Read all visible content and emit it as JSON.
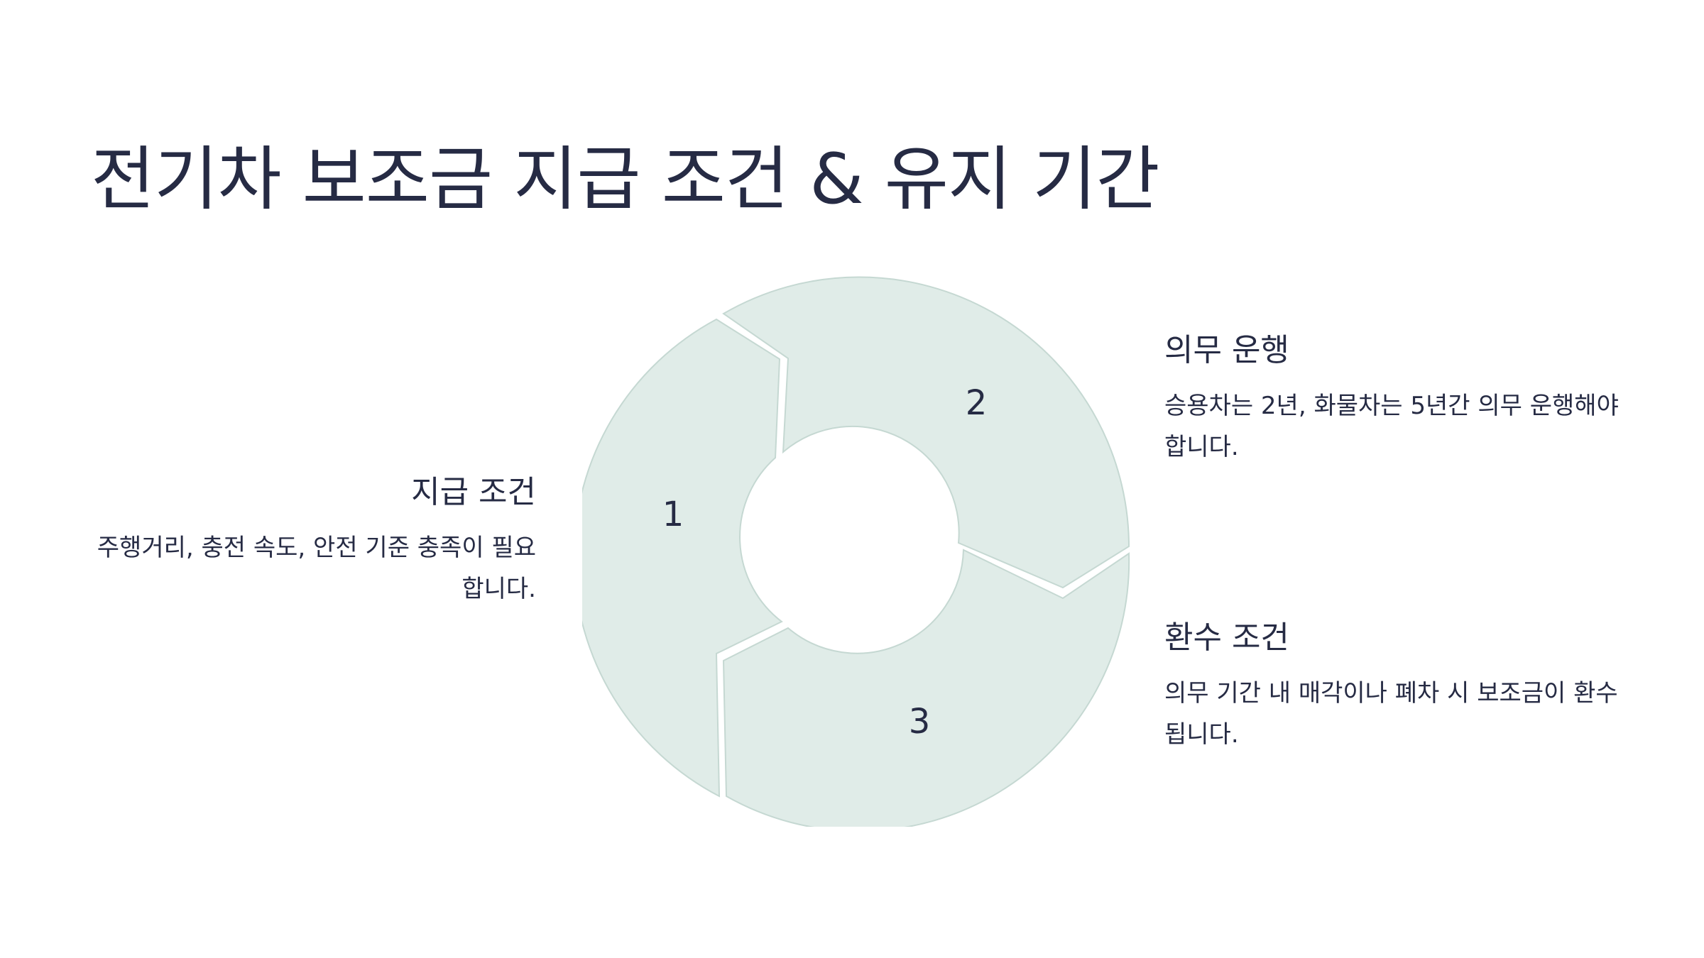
{
  "title": "전기차 보조금 지급 조건 & 유지 기간",
  "diagram": {
    "colors": {
      "segment_fill": "#e0ece8",
      "segment_stroke": "#c5d8d2",
      "text": "#262b44"
    },
    "segments": [
      {
        "number": "1"
      },
      {
        "number": "2"
      },
      {
        "number": "3"
      }
    ]
  },
  "steps": [
    {
      "heading": "지급 조건",
      "body": "주행거리, 충전 속도, 안전 기준 충족이 필요합니다."
    },
    {
      "heading": "의무 운행",
      "body": "승용차는 2년, 화물차는 5년간 의무 운행해야 합니다."
    },
    {
      "heading": "환수 조건",
      "body": "의무 기간 내 매각이나 폐차 시 보조금이 환수됩니다."
    }
  ]
}
